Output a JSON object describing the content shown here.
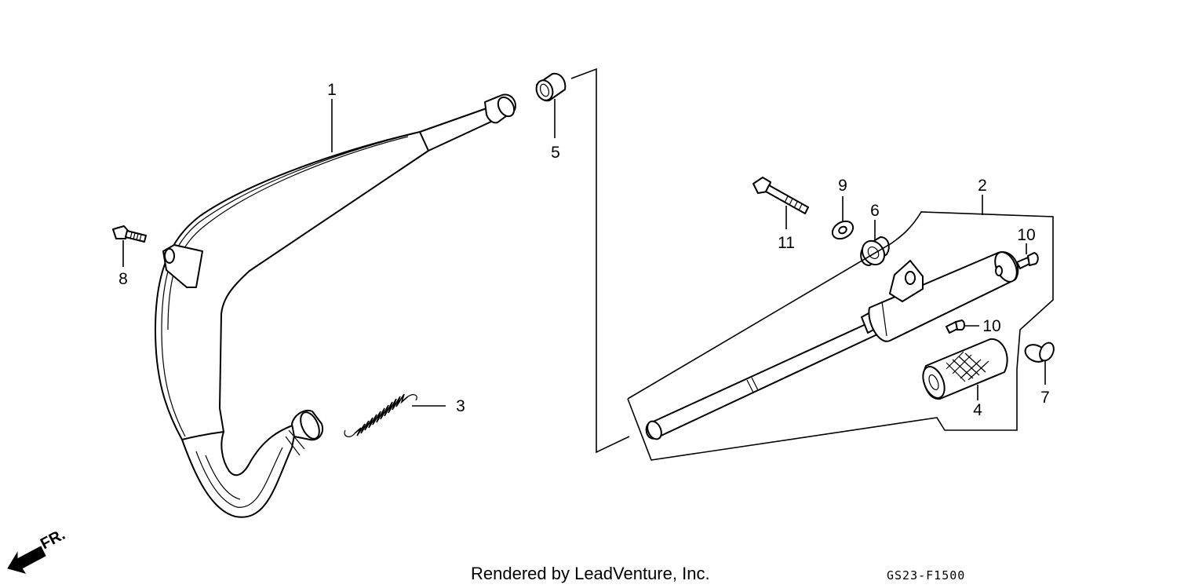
{
  "diagram": {
    "callouts": {
      "p1": "1",
      "p2": "2",
      "p3": "3",
      "p4": "4",
      "p5": "5",
      "p6": "6",
      "p7": "7",
      "p8": "8",
      "p9": "9",
      "p10a": "10",
      "p10b": "10",
      "p11": "11"
    },
    "direction_label": "FR.",
    "footer_text": "Rendered by LeadVenture, Inc.",
    "diagram_code": "GS23-F1500"
  }
}
